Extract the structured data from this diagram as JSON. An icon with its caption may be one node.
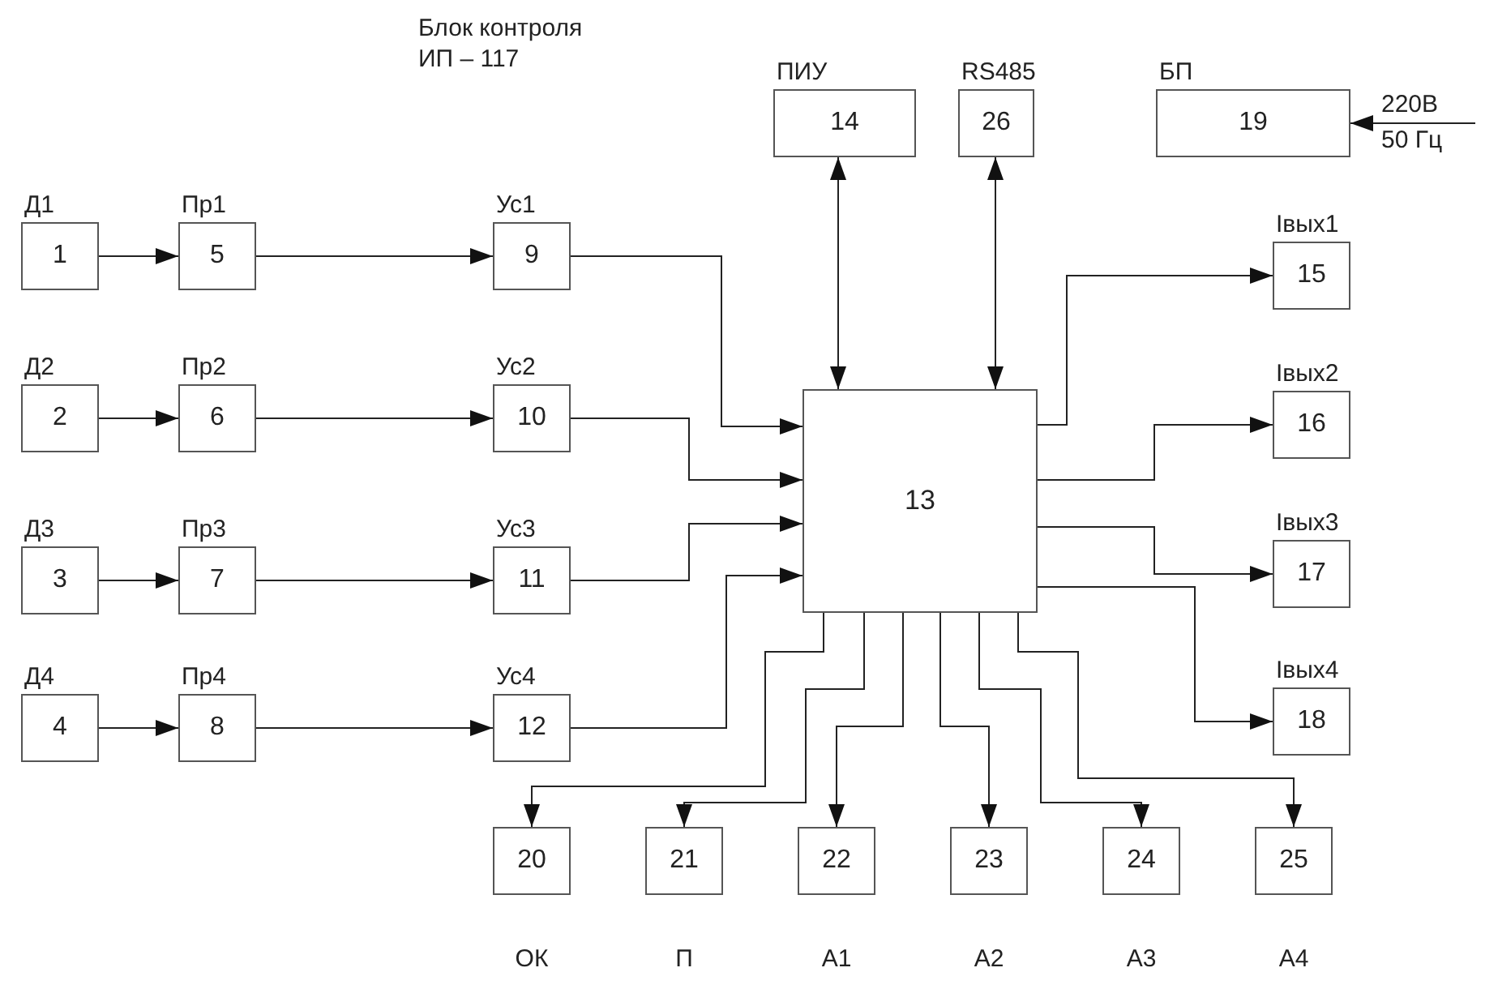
{
  "diagram": {
    "title": "Блок контроля ИП – 117",
    "nodes": [
      {
        "text": [
          "Д1",
          "1"
        ]
      },
      {
        "text": [
          "Д2",
          "2"
        ]
      },
      {
        "text": [
          "Д3",
          "3"
        ]
      },
      {
        "text": [
          "Д4",
          "4"
        ]
      },
      {
        "text": [
          "Пр1",
          "5"
        ]
      },
      {
        "text": [
          "Пр2",
          "6"
        ]
      },
      {
        "text": [
          "Пр3",
          "7"
        ]
      },
      {
        "text": [
          "Пр4",
          "8"
        ]
      },
      {
        "text": [
          "Ус1",
          "9"
        ]
      },
      {
        "text": [
          "Ус2",
          "10"
        ]
      },
      {
        "text": [
          "Ус3",
          "11"
        ]
      },
      {
        "text": [
          "Ус4",
          "12"
        ]
      },
      {
        "text": [
          "13"
        ]
      },
      {
        "text": [
          "ПИУ",
          "14"
        ]
      },
      {
        "text": [
          "RS485",
          "26"
        ]
      },
      {
        "text": [
          "БП",
          "19"
        ]
      },
      {
        "text": [
          "Iвых1",
          "15"
        ]
      },
      {
        "text": [
          "Iвых2",
          "16"
        ]
      },
      {
        "text": [
          "Iвых3",
          "17"
        ]
      },
      {
        "text": [
          "Iвых4",
          "18"
        ]
      },
      {
        "text": [
          "20",
          "ОК"
        ]
      },
      {
        "text": [
          "21",
          "П"
        ]
      },
      {
        "text": [
          "22",
          "А1"
        ]
      },
      {
        "text": [
          "23",
          "А2"
        ]
      },
      {
        "text": [
          "24",
          "А3"
        ]
      },
      {
        "text": [
          "25",
          "А4"
        ]
      }
    ],
    "edges": [
      {
        "from": 0,
        "to": 4,
        "arrow": "to"
      },
      {
        "from": 1,
        "to": 5,
        "arrow": "to"
      },
      {
        "from": 2,
        "to": 6,
        "arrow": "to"
      },
      {
        "from": 3,
        "to": 7,
        "arrow": "to"
      },
      {
        "from": 4,
        "to": 8,
        "arrow": "to"
      },
      {
        "from": 5,
        "to": 9,
        "arrow": "to"
      },
      {
        "from": 6,
        "to": 10,
        "arrow": "to"
      },
      {
        "from": 7,
        "to": 11,
        "arrow": "to"
      },
      {
        "from": 8,
        "to": 12,
        "arrow": "to"
      },
      {
        "from": 9,
        "to": 12,
        "arrow": "to"
      },
      {
        "from": 10,
        "to": 12,
        "arrow": "to"
      },
      {
        "from": 11,
        "to": 12,
        "arrow": "to"
      },
      {
        "from": 13,
        "to": 12,
        "arrow": "both"
      },
      {
        "from": 14,
        "to": 12,
        "arrow": "both"
      },
      {
        "from": 12,
        "to": 16,
        "arrow": "to"
      },
      {
        "from": 12,
        "to": 17,
        "arrow": "to"
      },
      {
        "from": 12,
        "to": 18,
        "arrow": "to"
      },
      {
        "from": 12,
        "to": 19,
        "arrow": "to"
      },
      {
        "from": 12,
        "to": 20,
        "arrow": "to"
      },
      {
        "from": 12,
        "to": 21,
        "arrow": "to"
      },
      {
        "from": 12,
        "to": 22,
        "arrow": "to"
      },
      {
        "from": 12,
        "to": 23,
        "arrow": "to"
      },
      {
        "from": 12,
        "to": 24,
        "arrow": "to"
      },
      {
        "from": 12,
        "to": 25,
        "arrow": "to"
      },
      {
        "from": null,
        "to": 15,
        "arrow": "to",
        "label": "220В 50 Гц"
      }
    ]
  }
}
